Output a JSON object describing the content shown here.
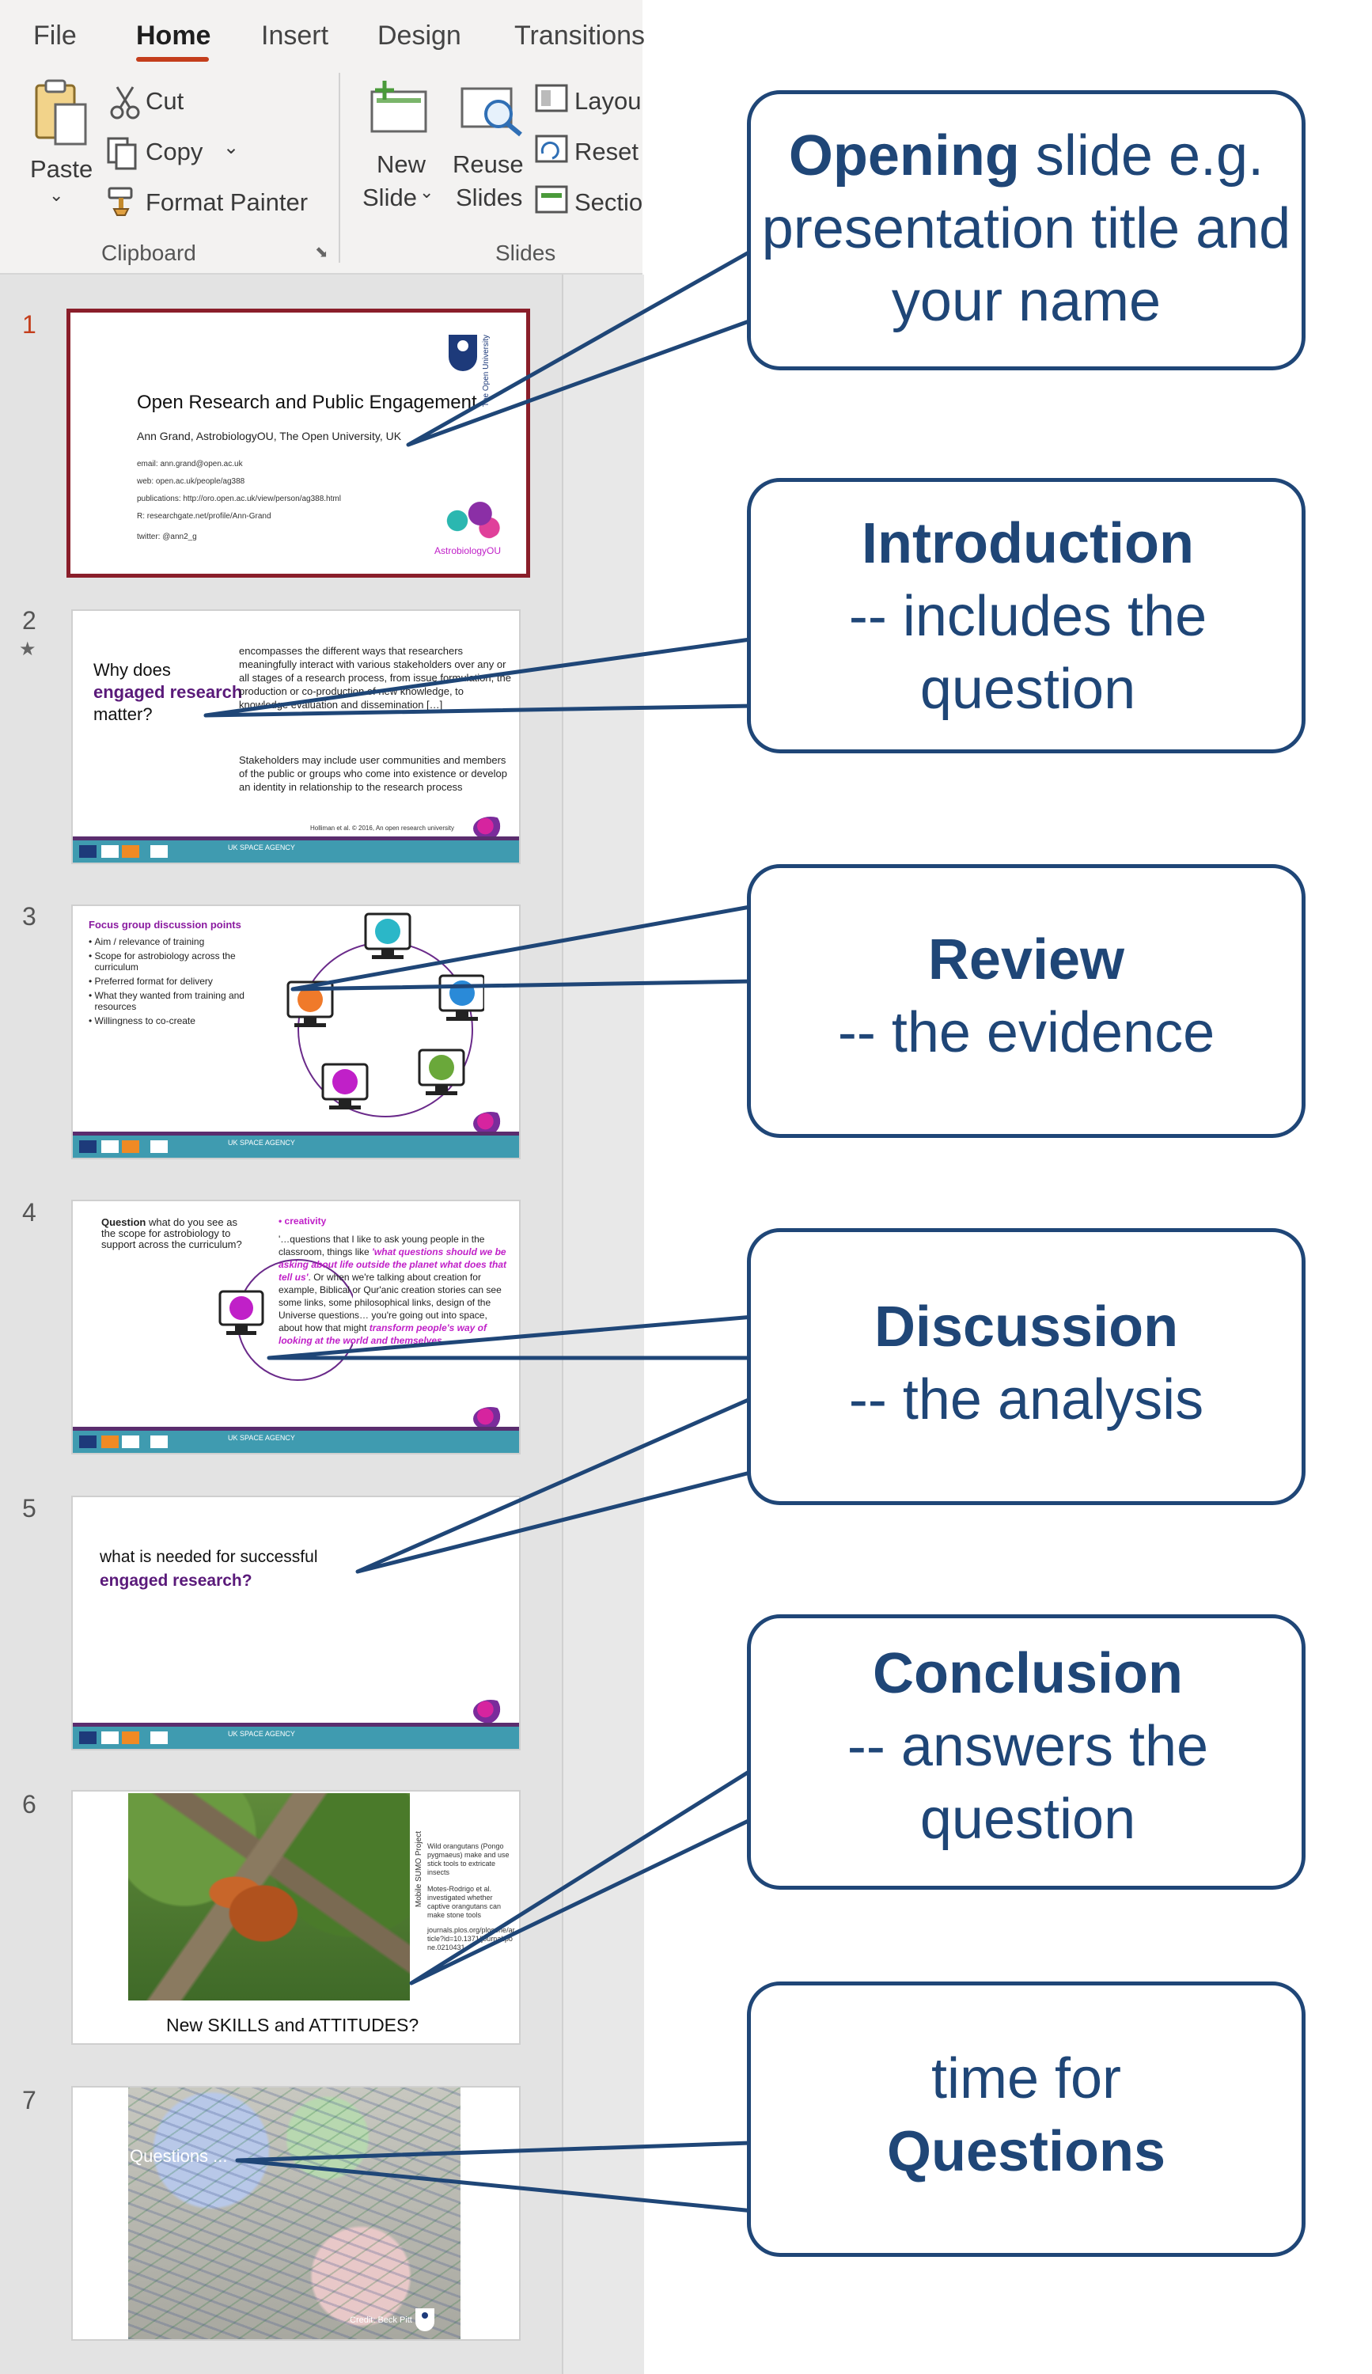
{
  "ribbon": {
    "tabs": [
      "File",
      "Home",
      "Insert",
      "Design",
      "Transitions"
    ],
    "clipboard": {
      "paste": "Paste",
      "cut": "Cut",
      "copy": "Copy",
      "format_painter": "Format Painter",
      "group": "Clipboard"
    },
    "slides": {
      "new_line1": "New",
      "new_line2": "Slide",
      "reuse_line1": "Reuse",
      "reuse_line2": "Slides",
      "layout": "Layou",
      "reset": "Reset",
      "section": "Sectio",
      "group": "Slides"
    }
  },
  "thumbnails": {
    "numbers": [
      "1",
      "2",
      "3",
      "4",
      "5",
      "6",
      "7"
    ],
    "slide1": {
      "title": "Open Research and Public Engagement",
      "author": "Ann Grand, AstrobiologyOU, The Open University, UK",
      "lines": [
        "email: ann.grand@open.ac.uk",
        "web: open.ac.uk/people/ag388",
        "publications: http://oro.open.ac.uk/view/person/ag388.html",
        "R: researchgate.net/profile/Ann-Grand",
        "twitter: @ann2_g"
      ],
      "logo_text": "The Open University",
      "brand": "AstrobiologyOU"
    },
    "slide2": {
      "q1": "Why does",
      "q2": "engaged research",
      "q3": "matter?",
      "p1": "encompasses the different ways that researchers meaningfully interact with various stakeholders over any or all stages of a research process, from issue formulation, the production or co-production of new knowledge, to knowledge evaluation and dissemination […]",
      "p2": "Stakeholders may include user communities and members of the public or groups who come into existence or develop an identity in relationship to the research process",
      "cite": "Holliman et al. © 2016, An open research university"
    },
    "slide3": {
      "heading": "Focus group discussion points",
      "bullets": [
        "Aim / relevance of training",
        "Scope for astrobiology across the curriculum",
        "Preferred format for delivery",
        "What they wanted from training and resources",
        "Willingness to co-create"
      ]
    },
    "slide4": {
      "question_bold": "Question",
      "question_rest": " what do you see as the scope for astrobiology to support across the curriculum?",
      "tag": "creativity",
      "quote1": "'…questions that I like to ask young people in the classroom, things like ",
      "quote_hl1": "'what questions should we be asking about life outside the planet what does that tell us'",
      "quote2": ". Or when we're talking about creation for example, Biblical or Qur'anic creation stories can see some links, some philosophical links, design of the Universe questions… you're going out into space, about how that might ",
      "quote_hl2": "transform people's way of looking at the world and themselves"
    },
    "slide5": {
      "line1": "what is needed for successful",
      "line2": "engaged research?"
    },
    "slide6": {
      "caption": "New SKILLS and ATTITUDES?",
      "side1": "Wild orangutans (Pongo pygmaeus) make and use stick tools to extricate insects",
      "side2": "Motes-Rodrigo et al. investigated whether captive orangutans can make stone tools",
      "side3": "journals.plos.org/plosone/article?id=10.1371/journal.pone.0210431",
      "vertical": "Mobile SUMO Project"
    },
    "slide7": {
      "label": "Questions ...",
      "credit": "Credit: Beck Pitt"
    },
    "footer": {
      "agency": "UK SPACE AGENCY"
    }
  },
  "callouts": [
    {
      "bold": "Opening",
      "rest": " slide e.g. presentation title and your name"
    },
    {
      "bold": "Introduction",
      "rest": "-- includes the question"
    },
    {
      "bold": "Review",
      "rest": "-- the evidence"
    },
    {
      "bold": "Discussion",
      "rest": "-- the analysis"
    },
    {
      "bold": "Conclusion",
      "rest": "-- answers the question"
    },
    {
      "pre": "time for",
      "bold": "Questions"
    }
  ],
  "colors": {
    "callout_border": "#1f4677",
    "callout_text": "#1f4677",
    "accent_tab": "#c43e1c",
    "selected_slide": "#8a1e2a",
    "purple_text": "#5a1a7a",
    "magenta": "#c020c8",
    "footer_teal": "#3f9bb0"
  }
}
